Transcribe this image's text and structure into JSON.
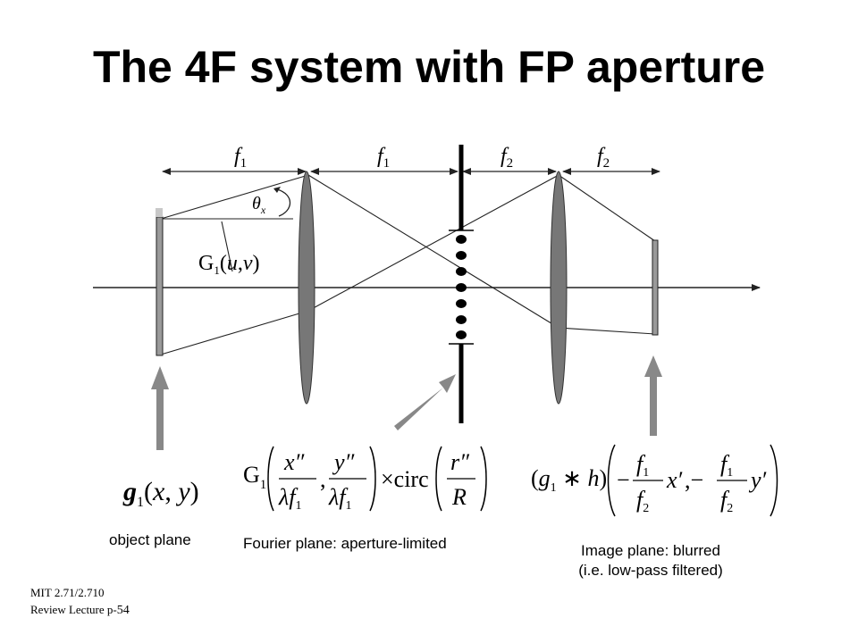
{
  "slide": {
    "title": "The 4F system with FP aperture",
    "footer_course": "MIT 2.71/2.710",
    "footer_lecture": "Review Lecture p-",
    "footer_page": "54"
  },
  "diagram": {
    "distances": [
      "f1",
      "f1",
      "f2",
      "f2"
    ],
    "angle_label": "θx",
    "spectrum_label": "G1(u,v)"
  },
  "formulas": {
    "object": "g1(x, y)",
    "fourier": "G1(x″/λf1, y″/λf1) × circ(r″/R)",
    "image": "(g1 ∗ h)(−(f1/f2)x′, −(f1/f2)y′)"
  },
  "captions": {
    "object_plane": "object plane",
    "fourier_plane": "Fourier plane: aperture-limited",
    "image_plane_line1": "Image plane: blurred",
    "image_plane_line2": "(i.e. low-pass filtered)"
  }
}
